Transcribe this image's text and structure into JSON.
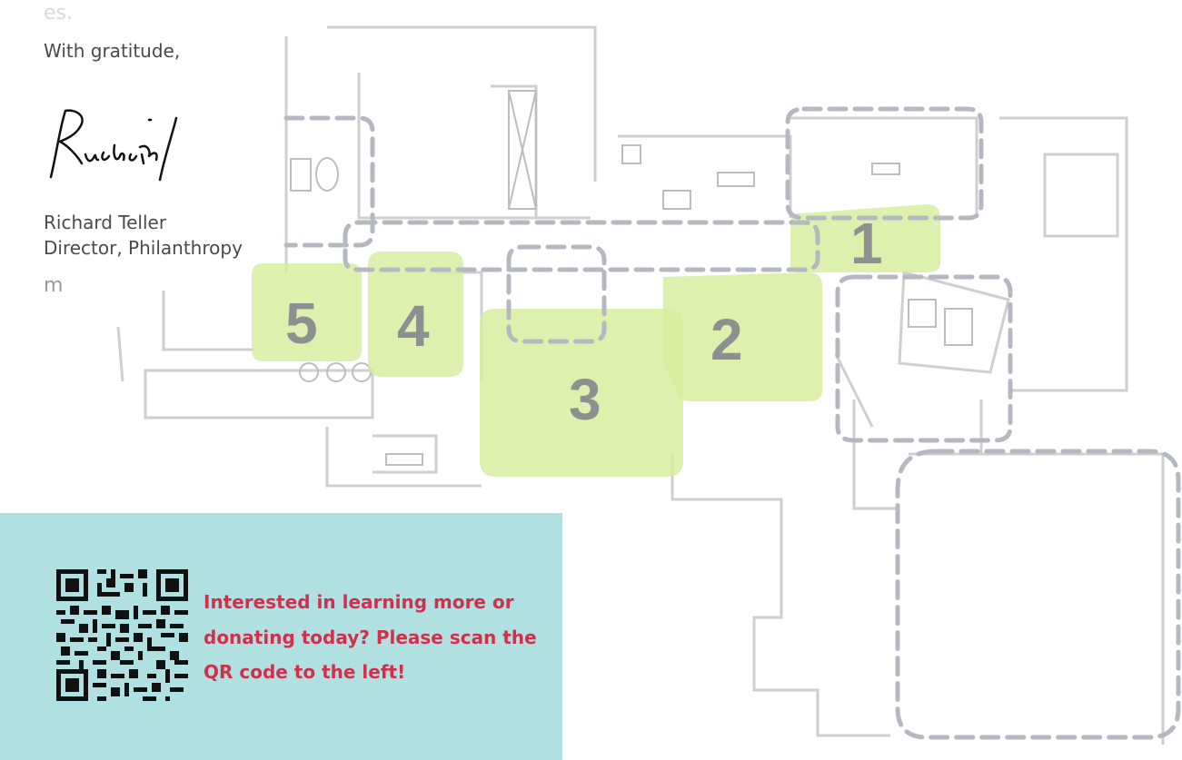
{
  "letter": {
    "cut_top": "es.",
    "closing": "With gratitude,",
    "signatory_name": "Richard Teller",
    "signatory_title": "Director, Philanthropy",
    "cut_mid": "m"
  },
  "floor_plan": {
    "zones": [
      "1",
      "2",
      "3",
      "4",
      "5"
    ],
    "colors": {
      "highlight": "#d6ec9a",
      "dashed_outline": "#b4b8c1",
      "plan_lines": "#c9c9c9"
    }
  },
  "cta": {
    "message": "Interested in learning more or donating today? Please scan the QR code to the left!",
    "background": "#b1e0e3",
    "text_color": "#d22f4d",
    "qr_icon": "qr-code-icon"
  }
}
